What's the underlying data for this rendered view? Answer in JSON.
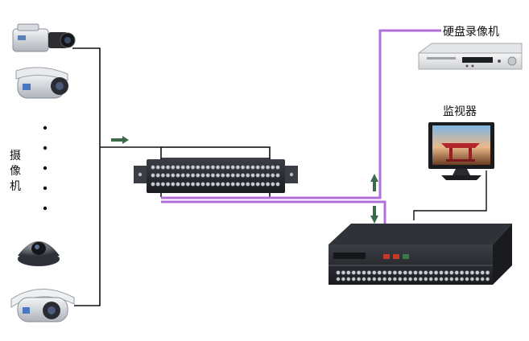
{
  "labels": {
    "camera_side": "摄像机",
    "dvr": "硬盘录像机",
    "monitor": "监视器"
  },
  "colors": {
    "cable_black": "#111111",
    "cable_purple": "#b070d8",
    "device_dark": "#2a2c31",
    "bnc_metal": "#c9ccd1",
    "arrow_green": "#3d6b4a"
  }
}
